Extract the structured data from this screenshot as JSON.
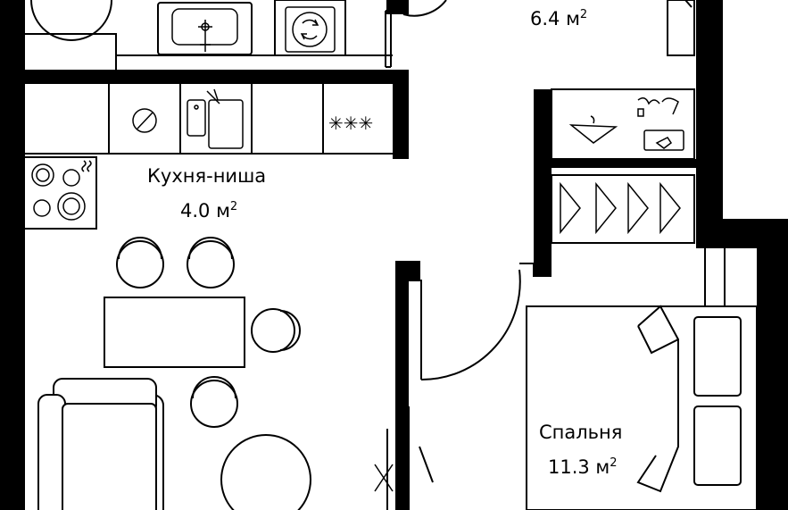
{
  "rooms": {
    "hall": {
      "area": "6.4 м",
      "unit_power": "2"
    },
    "kitchen": {
      "name": "Кухня-ниша",
      "area": "4.0 м",
      "unit_power": "2"
    },
    "bedroom": {
      "name": "Спальня",
      "area": "11.3 м",
      "unit_power": "2"
    }
  },
  "icons": [
    "washing-machine-icon",
    "sink-icon",
    "dryer-icon",
    "oven-icon",
    "dishwasher-icon",
    "fridge-icon",
    "stove-icon",
    "hanger-icon",
    "bed-icon"
  ]
}
